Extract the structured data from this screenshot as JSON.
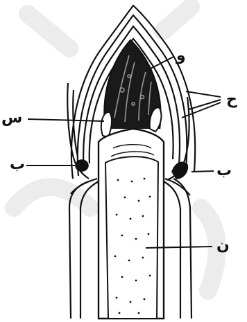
{
  "diagram": {
    "labels": {
      "waw": "و",
      "ha": "ح",
      "seen": "س",
      "ba_left": "ب",
      "ba_right": "ب",
      "noon": "ن"
    },
    "colors": {
      "ink": "#111111",
      "paper": "#ffffff",
      "watermark": "#ececec"
    }
  }
}
